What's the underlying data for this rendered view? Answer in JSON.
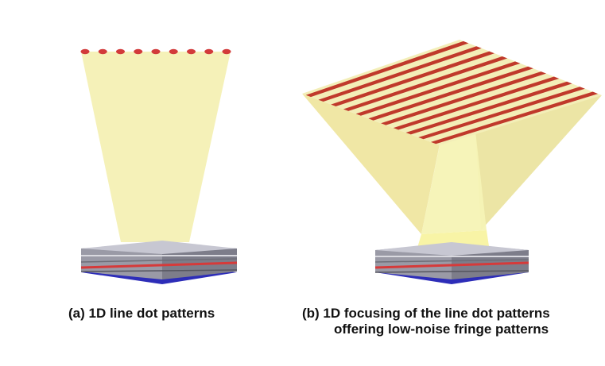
{
  "captions": {
    "a": "(a)  1D line dot patterns",
    "b_line1": "(b)  1D focusing of the line dot patterns",
    "b_line2": "offering low-noise fringe patterns"
  },
  "colors": {
    "beam": "#f5f0b0",
    "beam_core": "#f7f3a2",
    "dot": "#d23a3a",
    "stripe": "#c0392b",
    "device_top": "#b8b8c4",
    "device_layer": "#8f8f9a",
    "device_red_layer": "#d63a3a",
    "device_base": "#2a2ab0"
  },
  "panel_a": {
    "dot_count": 9
  },
  "panel_b": {
    "stripe_count": 11
  }
}
